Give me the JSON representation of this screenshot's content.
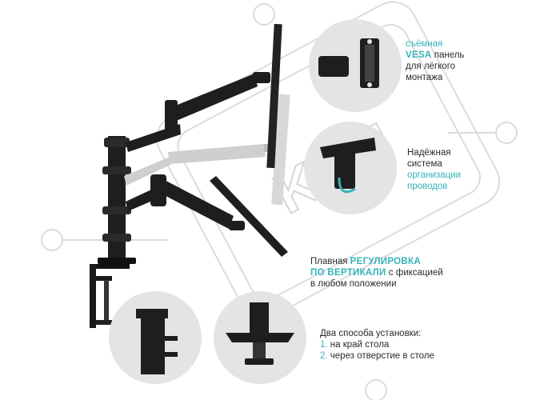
{
  "colors": {
    "accent": "#35b3b9",
    "text": "#2b2b2b",
    "circle_bg": "#e4e4e4",
    "metal": "#1e1e1e",
    "metal_ghost": "#cfcfcf",
    "watermark": "#d9d9d9"
  },
  "watermark": {
    "text": "KKU"
  },
  "captions": {
    "vesa": {
      "l1": "съёмная",
      "l2_accent": "VESA",
      "l2_rest": " панель",
      "l3": "для лёгкого",
      "l4": "монтажа"
    },
    "cable": {
      "l1": "Надёжная",
      "l2": "система",
      "l3_accent": "организации",
      "l4_accent": "проводов"
    },
    "height": {
      "l1_a": "Плавная ",
      "l1_accent": "РЕГУЛИРОВКА",
      "l2_accent": "ПО ВЕРТИКАЛИ",
      "l2_rest": " с фиксацией",
      "l3": "в любом положении"
    },
    "install": {
      "title": "Два способа установки:",
      "items": [
        {
          "num": "1.",
          "text": " на край стола"
        },
        {
          "num": "2.",
          "text": " через отверстие в столе"
        }
      ]
    }
  }
}
